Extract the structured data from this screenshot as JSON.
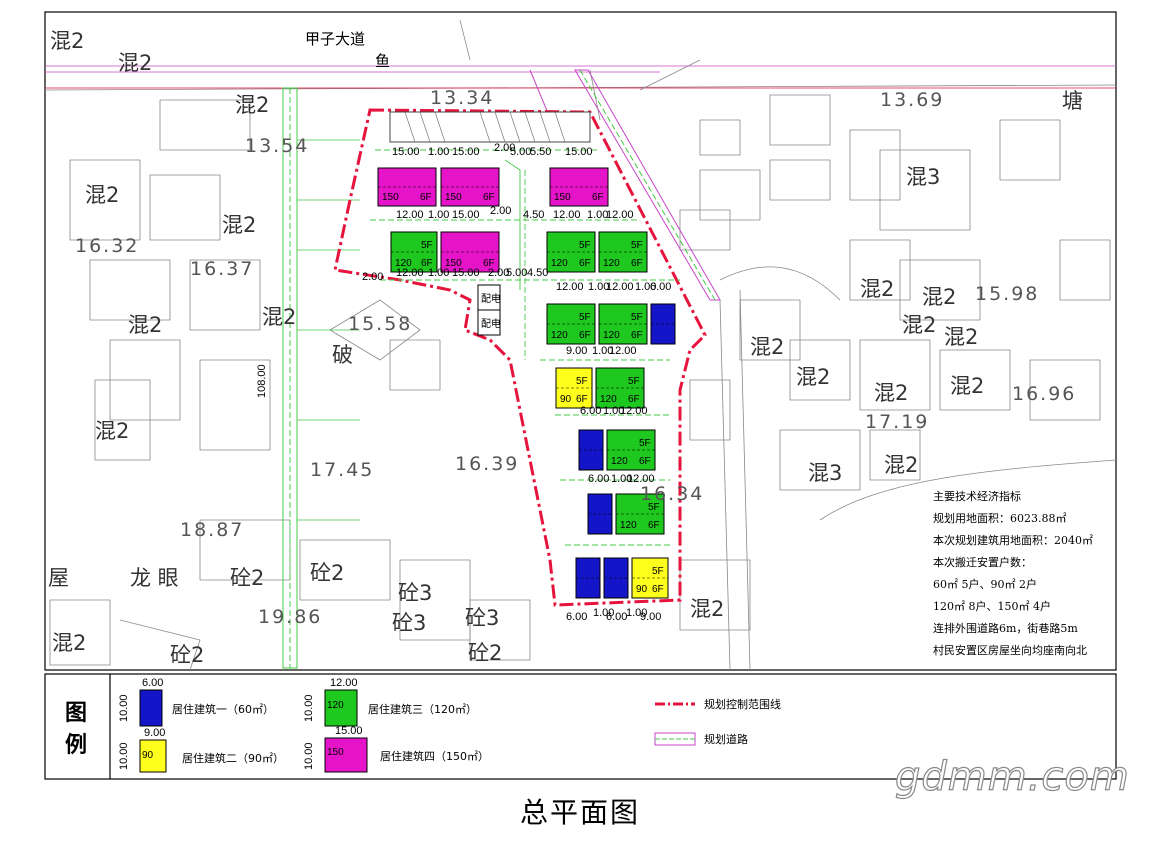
{
  "title": "总平面图",
  "watermark": "gdmm.com",
  "road_top": "甲子大道",
  "top_small_char": "鱼",
  "right_top_char": "塘",
  "elevations": [
    "13.34",
    "13.54",
    "13.69",
    "16.32",
    "16.37",
    "15.58",
    "15.98",
    "16.96",
    "17.19",
    "17.45",
    "16.39",
    "16.34",
    "18.87",
    "19.86"
  ],
  "materials": {
    "hun2": "混2",
    "hun3": "混3",
    "tong2": "砼2",
    "tong3": "砼3",
    "po": "破",
    "wu": "屋",
    "longyan": "龙  眼"
  },
  "dims": {
    "left_total": "108.00",
    "row1": [
      "15.00",
      "1.00",
      "15.00",
      "2.00",
      "5.00",
      "5.50",
      "15.00"
    ],
    "row2": [
      "12.00",
      "1.00",
      "15.00",
      "2.00",
      "4.50",
      "12.00",
      "1.00",
      "12.00"
    ],
    "row3": [
      "12.00",
      "1.00",
      "15.00",
      "2.00",
      "5.00",
      "4.50",
      "12.00",
      "1.00",
      "12.00",
      "1.00",
      "6.00"
    ],
    "row3b": [
      "2.00"
    ],
    "row4": [
      "9.00",
      "1.00",
      "12.00"
    ],
    "row5": [
      "6.00",
      "1.00",
      "12.00"
    ],
    "row6": [
      "6.00",
      "1.00",
      "12.00"
    ],
    "row7": [
      "6.00",
      "1.00",
      "6.00",
      "1.00",
      "9.00"
    ]
  },
  "buildings": {
    "b150_label": "150",
    "b120_label": "120",
    "b90_label": "90",
    "f6": "6F",
    "f5": "5F",
    "dist": "配电"
  },
  "info": {
    "heading": "主要技术经济指标",
    "lines": [
      "规划用地面积：6023.88㎡",
      "本次规划建筑用地面积：2040㎡",
      "本次搬迁安置户数：",
      "60㎡ 5户、90㎡ 2户",
      "120㎡ 8户、150㎡ 4户",
      "连排外围道路6m，街巷路5m",
      "村民安置区房屋坐向均座南向北"
    ]
  },
  "legend": {
    "title_line1": "图",
    "title_line2": "例",
    "items": [
      {
        "label": "居住建筑一（60㎡）",
        "color": "#1414c8",
        "w": "6.00",
        "h": "10.00",
        "area": ""
      },
      {
        "label": "居住建筑二（90㎡）",
        "color": "#ffff1e",
        "w": "9.00",
        "h": "10.00",
        "area": "90"
      },
      {
        "label": "居住建筑三（120㎡）",
        "color": "#1ec81e",
        "w": "12.00",
        "h": "10.00",
        "area": "120"
      },
      {
        "label": "居住建筑四（150㎡）",
        "color": "#e614c8",
        "w": "15.00",
        "h": "10.00",
        "area": "150"
      },
      {
        "label": "规划控制范围线",
        "color": "#e6143c"
      },
      {
        "label": "规划道路",
        "color": "#c846c8"
      }
    ]
  },
  "colors": {
    "b60": "#1414c8",
    "b90": "#ffff1e",
    "b120": "#1ec81e",
    "b150": "#e614c8",
    "boundary": "#e6143c",
    "road": "#c846c8",
    "roadfill": "#46c846",
    "lines": "#777777"
  }
}
